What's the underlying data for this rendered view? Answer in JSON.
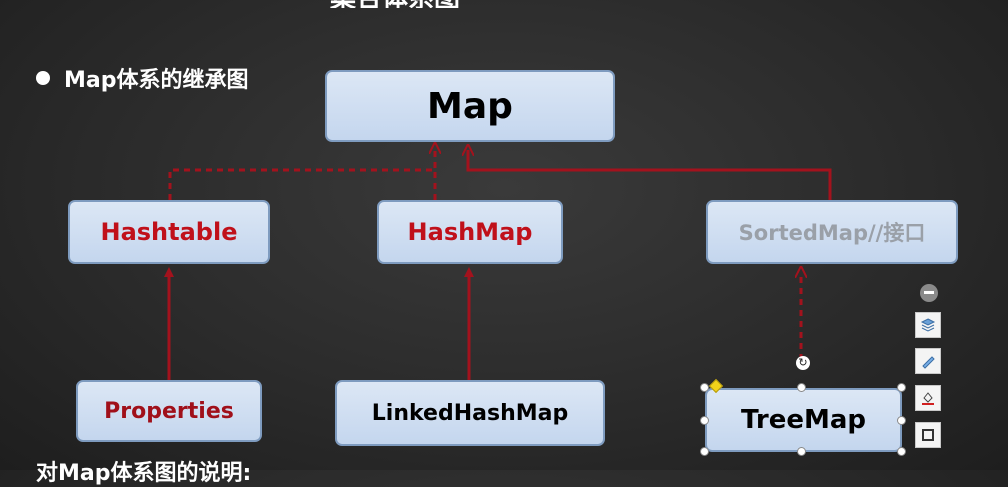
{
  "slide": {
    "top_title": "集合体系图",
    "bullet": "Map体系的继承图",
    "bottom_note": "对Map体系图的说明:"
  },
  "nodes": {
    "map": "Map",
    "hashtable": "Hashtable",
    "hashmap": "HashMap",
    "sortedmap": "SortedMap//接口",
    "properties": "Properties",
    "linkedhashmap": "LinkedHashMap",
    "treemap": "TreeMap"
  },
  "edges": [
    {
      "from": "Hashtable",
      "to": "Map",
      "style": "dashed"
    },
    {
      "from": "HashMap",
      "to": "Map",
      "style": "dashed"
    },
    {
      "from": "SortedMap",
      "to": "Map",
      "style": "solid"
    },
    {
      "from": "Properties",
      "to": "Hashtable",
      "style": "solid"
    },
    {
      "from": "LinkedHashMap",
      "to": "HashMap",
      "style": "solid"
    },
    {
      "from": "TreeMap",
      "to": "SortedMap",
      "style": "dashed"
    }
  ],
  "colors": {
    "arrow": "#a3121d",
    "node_fill": "#cfdcf0",
    "class_text_red": "#c0101a",
    "interface_text_gray": "#9aa0a8"
  },
  "toolbar_icons": [
    "collapse-icon",
    "layout-options-icon",
    "shape-styles-icon",
    "shape-fill-icon",
    "shape-outline-icon"
  ]
}
